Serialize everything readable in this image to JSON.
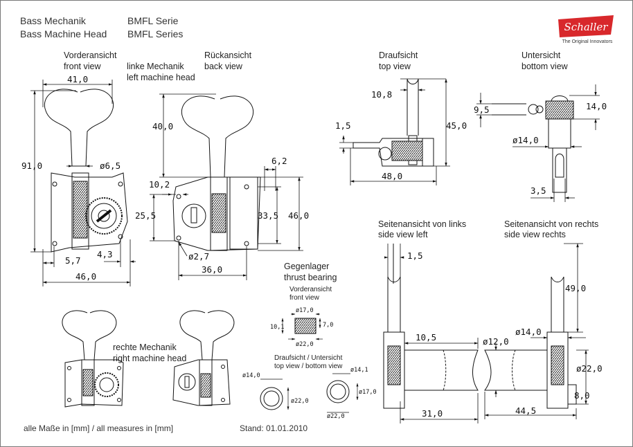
{
  "header": {
    "line1_de": "Bass Mechanik",
    "line2_en": "Bass Machine Head",
    "series_de": "BMFL Serie",
    "series_en": "BMFL Series"
  },
  "logo": {
    "brand": "Schaller",
    "tagline": "The Original Innovators",
    "color": "#d8282b"
  },
  "views": {
    "front": [
      "Vorderansicht",
      "front view"
    ],
    "left_head": [
      "linke Mechanik",
      "left machine head"
    ],
    "back": [
      "Rückansicht",
      "back view"
    ],
    "top": [
      "Draufsicht",
      "top view"
    ],
    "bottom": [
      "Untersicht",
      "bottom view"
    ],
    "side_left": [
      "Seitenansicht von links",
      "side view left"
    ],
    "side_right": [
      "Seitenansicht von rechts",
      "side view rechts"
    ],
    "thrust": [
      "Gegenlager",
      "thrust bearing"
    ],
    "thrust_front": [
      "Vorderansicht",
      "front view"
    ],
    "thrust_top": [
      "Draufsicht / Untersicht",
      "top view / bottom view"
    ],
    "right_head": [
      "rechte Mechanik",
      "right machine head"
    ]
  },
  "dimensions": {
    "front_width": "41,0",
    "front_height": "91,0",
    "front_shaft": "ø6,5",
    "front_left_hole": "5,7",
    "front_right_hole": "4,3",
    "front_base": "46,0",
    "back_key": "40,0",
    "back_top": "10,2",
    "back_left": "25,5",
    "back_gap": "6,2",
    "back_holes": "33,5",
    "back_total": "46,0",
    "back_hole_dia": "ø2,7",
    "back_width": "36,0",
    "top_10": "10,8",
    "top_15": "1,5",
    "top_45": "45,0",
    "top_48": "48,0",
    "bottom_95": "9,5",
    "bottom_14": "14,0",
    "bottom_dia14": "ø14,0",
    "bottom_35": "3,5",
    "thrust_d17": "ø17,0",
    "thrust_101": "10,1",
    "thrust_70": "7,0",
    "thrust_d22": "ø22,0",
    "thrust_tb_d14": "ø14,0",
    "thrust_tb_d22": "ø22,0",
    "thrust_tb2_d14": "ø14,1",
    "thrust_tb2_d17": "ø17,0",
    "thrust_tb2_d22": "ø22,0",
    "sl_15": "1,5",
    "sl_105": "10,5",
    "sl_31": "31,0",
    "sr_49": "49,0",
    "sr_d12": "ø12,0",
    "sr_d14": "ø14,0",
    "sr_d22": "ø22,0",
    "sr_8": "8,0",
    "sr_445": "44,5"
  },
  "footer": {
    "units": "alle Maße in [mm] / all measures in [mm]",
    "date": "Stand: 01.01.2010"
  }
}
